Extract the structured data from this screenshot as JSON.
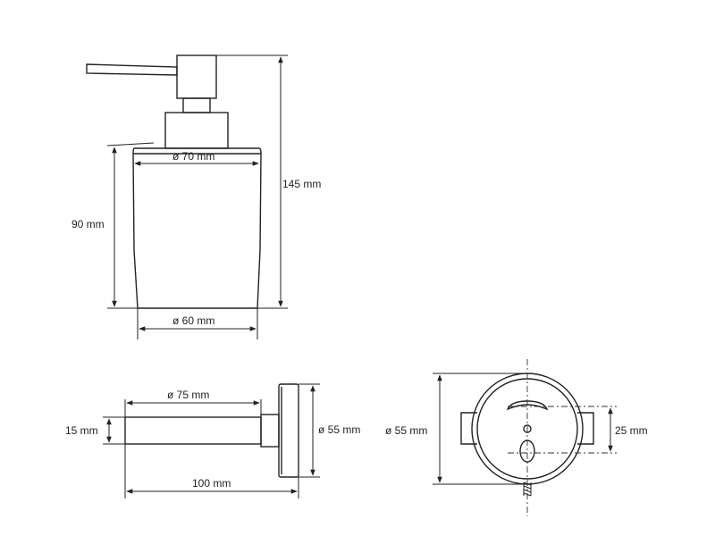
{
  "colors": {
    "background": "#ffffff",
    "outline": "#222222",
    "centerline": "#333333"
  },
  "dispenser": {
    "height_label": "145 mm",
    "bottle_height_label": "90 mm",
    "top_diameter_label": "ø 70 mm",
    "bottom_diameter_label": "ø 60 mm"
  },
  "holder_side": {
    "thickness_label": "15 mm",
    "ring_diameter_label": "ø 75 mm",
    "plate_diameter_label": "ø 55 mm",
    "depth_label": "100 mm"
  },
  "holder_front": {
    "diameter_label": "ø 55 mm",
    "hole_spacing_label": "25 mm"
  }
}
